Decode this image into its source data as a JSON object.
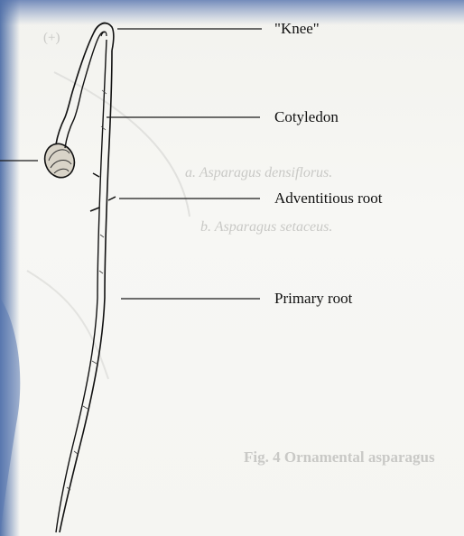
{
  "labels": {
    "knee": "\"Knee\"",
    "cotyledon": "Cotyledon",
    "adventitious_root": "Adventitious root",
    "primary_root": "Primary root"
  },
  "background_text": {
    "fig_marker": "(+)",
    "caption_a": "a.  Asparagus densiflorus.",
    "caption_b": "b.  Asparagus setaceus.",
    "fig_caption": "Fig. 4  Ornamental asparagus"
  },
  "colors": {
    "frame_blue": "#5f7fb5",
    "ink": "#111111",
    "ghost_text": "#c9c9c6"
  }
}
